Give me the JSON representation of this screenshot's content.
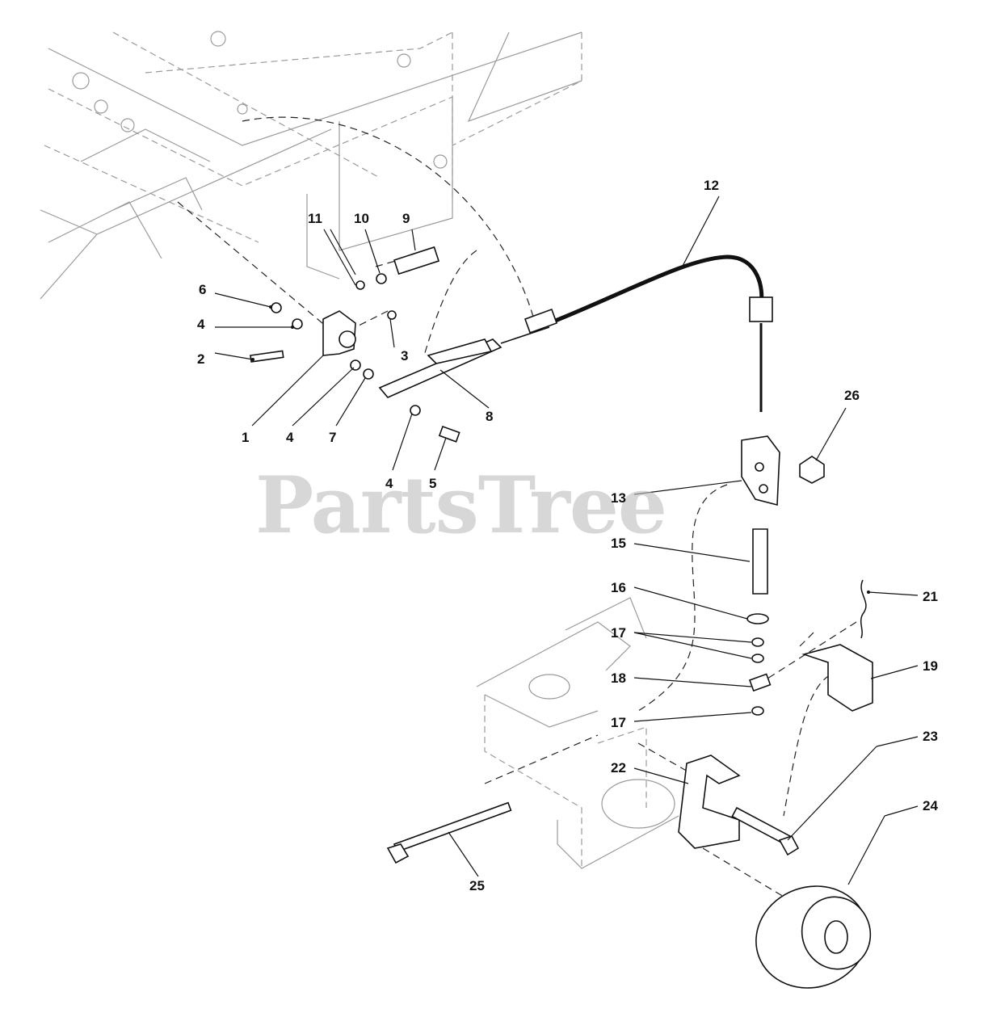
{
  "watermark": "PartsTree",
  "callouts": [
    "1",
    "2",
    "3",
    "4",
    "5",
    "6",
    "7",
    "8",
    "9",
    "10",
    "11",
    "12",
    "13",
    "15",
    "16",
    "17",
    "18",
    "19",
    "21",
    "22",
    "23",
    "24",
    "25",
    "26"
  ]
}
